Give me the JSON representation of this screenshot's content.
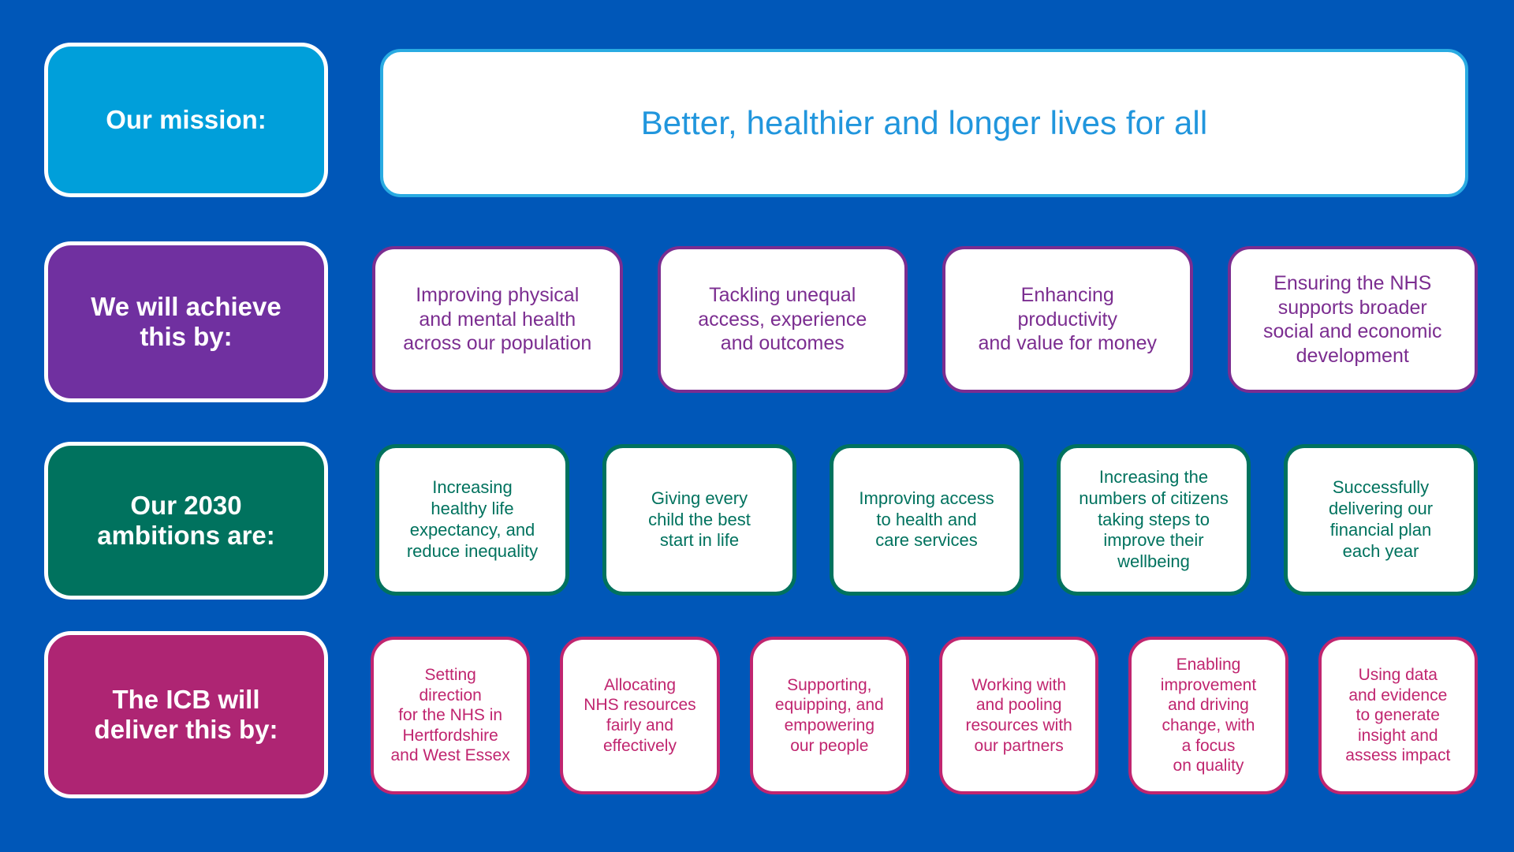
{
  "slide": {
    "background_color": "#0057b8",
    "rows": [
      {
        "id": "mission",
        "label": "Our mission:",
        "label_color": "#009fda",
        "statement": "Better, healthier and longer lives for all",
        "statement_text_color": "#2196dd",
        "statement_border_color": "#29abe2"
      },
      {
        "id": "achieve",
        "label": "We will achieve\nthis by:",
        "label_line1": "We will achieve",
        "label_line2": "this by:",
        "label_color": "#7030a0",
        "accent_color": "#7b2d90",
        "cards": [
          {
            "lines": [
              "Improving physical",
              "and mental health",
              "across our population"
            ]
          },
          {
            "lines": [
              "Tackling unequal",
              "access, experience",
              "and outcomes"
            ]
          },
          {
            "lines": [
              "Enhancing",
              "productivity",
              "and value for money"
            ]
          },
          {
            "lines": [
              "Ensuring the NHS",
              "supports broader",
              "social and economic",
              "development"
            ]
          }
        ]
      },
      {
        "id": "ambitions",
        "label_line1": "Our 2030",
        "label_line2": "ambitions are:",
        "label_color": "#00725e",
        "accent_color": "#00725e",
        "cards": [
          {
            "lines": [
              "Increasing",
              "healthy life",
              "expectancy, and",
              "reduce inequality"
            ]
          },
          {
            "lines": [
              "Giving every",
              "child the best",
              "start in life"
            ]
          },
          {
            "lines": [
              "Improving access",
              "to health and",
              "care services"
            ]
          },
          {
            "lines": [
              "Increasing the",
              "numbers of citizens",
              "taking steps to",
              "improve their",
              "wellbeing"
            ]
          },
          {
            "lines": [
              "Successfully",
              "delivering our",
              "financial plan",
              "each year"
            ]
          }
        ]
      },
      {
        "id": "icb",
        "label_line1": "The ICB will",
        "label_line2": "deliver this by:",
        "label_color": "#ae2573",
        "accent_color": "#c0256f",
        "cards": [
          {
            "lines": [
              "Setting",
              "direction",
              "for the NHS in",
              "Hertfordshire",
              "and West Essex"
            ]
          },
          {
            "lines": [
              "Allocating",
              "NHS resources",
              "fairly and",
              "effectively"
            ]
          },
          {
            "lines": [
              "Supporting,",
              "equipping, and",
              "empowering",
              "our people"
            ]
          },
          {
            "lines": [
              "Working with",
              "and pooling",
              "resources with",
              "our partners"
            ]
          },
          {
            "lines": [
              "Enabling",
              "improvement",
              "and driving",
              "change, with",
              "a focus",
              "on quality"
            ]
          },
          {
            "lines": [
              "Using data",
              "and evidence",
              "to generate",
              "insight and",
              "assess impact"
            ]
          }
        ]
      }
    ]
  },
  "labels": {
    "mission": "Our mission:",
    "achieve_line1": "We will achieve",
    "achieve_line2": "this by:",
    "ambitions_line1": "Our 2030",
    "ambitions_line2": "ambitions are:",
    "icb_line1": "The ICB will",
    "icb_line2": "deliver this by:"
  },
  "mission": {
    "statement": "Better, healthier and longer lives for all"
  },
  "achieve_cards": [
    "Improving physical\nand mental health\nacross our population",
    "Tackling unequal\naccess, experience\nand outcomes",
    "Enhancing\nproductivity\nand value for money",
    "Ensuring the NHS\nsupports broader\nsocial and economic\ndevelopment"
  ],
  "ambition_cards": [
    "Increasing\nhealthy life\nexpectancy, and\nreduce inequality",
    "Giving every\nchild the best\nstart in life",
    "Improving access\nto health and\ncare services",
    "Increasing the\nnumbers of citizens\ntaking steps to\nimprove their\nwellbeing",
    "Successfully\ndelivering our\nfinancial plan\neach year"
  ],
  "icb_cards": [
    "Setting\ndirection\nfor the NHS in\nHertfordshire\nand West Essex",
    "Allocating\nNHS resources\nfairly and\neffectively",
    "Supporting,\nequipping, and\nempowering\nour people",
    "Working with\nand pooling\nresources with\nour partners",
    "Enabling\nimprovement\nand driving\nchange, with\na focus\non quality",
    "Using data\nand evidence\nto generate\ninsight and\nassess impact"
  ],
  "colors": {
    "background": "#0057b8",
    "mission_chip": "#009fda",
    "mission_text": "#2196dd",
    "mission_border": "#29abe2",
    "achieve_chip": "#7030a0",
    "achieve_accent": "#7b2d90",
    "ambitions_chip": "#00725e",
    "ambitions_accent": "#00725e",
    "icb_chip": "#ae2573",
    "icb_accent": "#c0256f",
    "chip_text": "#ffffff",
    "card_fill": "#ffffff"
  }
}
